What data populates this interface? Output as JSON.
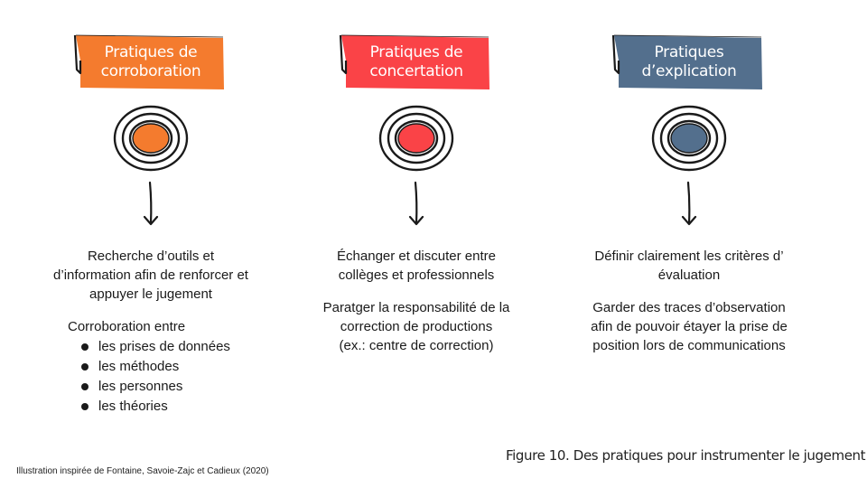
{
  "columns": [
    {
      "banner_lines": [
        "Pratiques de",
        "corroboration"
      ],
      "color": "#f47b2e",
      "description": [
        "Recherche d’outils et",
        "d’information afin de renforcer et",
        "appuyer le jugement"
      ],
      "sub_title": "Corroboration entre",
      "bullets": [
        "les prises de données",
        "les méthodes",
        "les personnes",
        "les théories"
      ]
    },
    {
      "banner_lines": [
        "Pratiques de",
        "concertation"
      ],
      "color": "#fa4347",
      "description": [
        "Échanger et discuter entre",
        "collèges et professionnels"
      ],
      "description2": [
        "Paratger la responsabilité de la",
        "correction de productions",
        "(ex.: centre de correction)"
      ]
    },
    {
      "banner_lines": [
        "Pratiques",
        "d’explication"
      ],
      "color": "#536f8d",
      "description": [
        "Définir clairement les critères d’",
        "évaluation"
      ],
      "description2": [
        "Garder des traces d’observation",
        "afin de pouvoir étayer la prise de",
        "position lors de communications"
      ]
    }
  ],
  "caption": "Figure 10.  Des pratiques pour instrumenter le jugement",
  "credit": "Illustration inspirée de Fontaine, Savoie-Zajc et Cadieux (2020)"
}
